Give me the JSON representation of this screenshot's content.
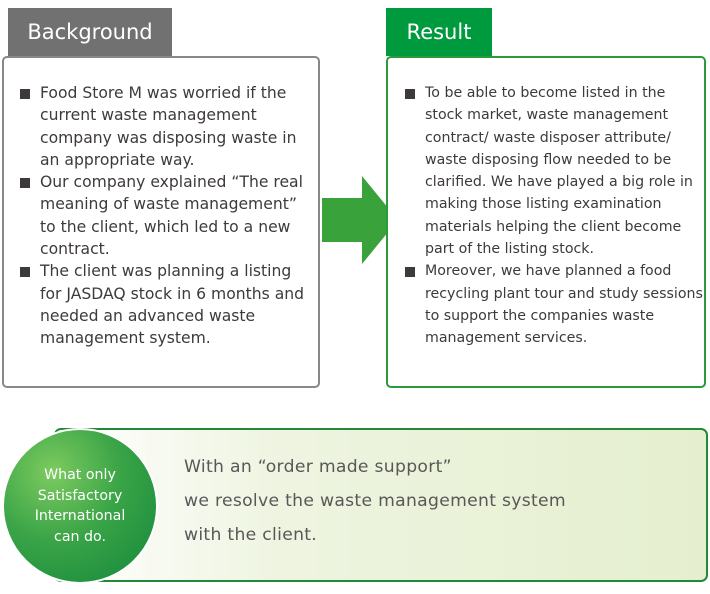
{
  "background": {
    "title": "Background",
    "items": [
      "Food Store M was worried if the current waste management company was disposing waste in an appropriate way.",
      "Our company explained “The real meaning of waste management” to the client, which led to a new contract.",
      "The client was planning a listing for JASDAQ stock in 6 months and needed an advanced waste management system."
    ]
  },
  "result": {
    "title": "Result",
    "items": [
      "To be able to become listed in the stock market, waste management contract/ waste disposer attribute/ waste disposing flow needed to be clarified. We have played a big role in making those listing examination materials helping the client become part of the listing stock.",
      "Moreover, we have planned a food recycling plant tour and study sessions to support the companies waste management services."
    ]
  },
  "banner": {
    "circle_lines": [
      "What only",
      "Satisfactory",
      "International",
      "can do."
    ],
    "text_lines": [
      "With an “order made support”",
      "we resolve the waste management system",
      "with the client."
    ]
  },
  "colors": {
    "green": "#009a3e",
    "gray": "#727171",
    "text": "#3e3a39",
    "banner_bg": "#e5efcf"
  },
  "icons": {
    "arrow": "right-arrow",
    "bullet": "square-bullet"
  }
}
